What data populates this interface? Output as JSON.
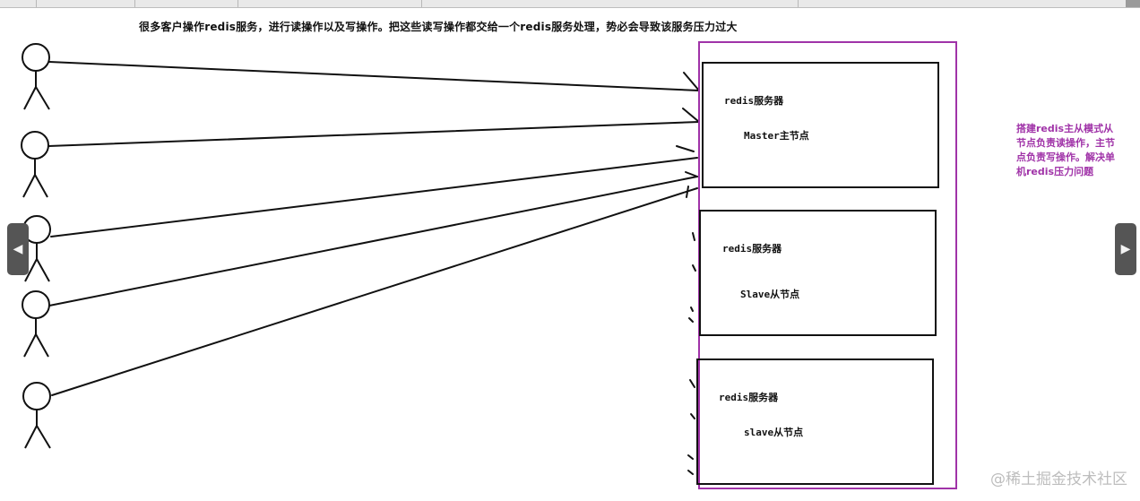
{
  "caption": "很多客户操作redis服务，进行读操作以及写操作。把这些读写操作都交给一个redis服务处理，势必会导致该服务压力过大",
  "servers": [
    {
      "title": "redis服务器",
      "node": "Master主节点"
    },
    {
      "title": "redis服务器",
      "node": "Slave从节点"
    },
    {
      "title": "redis服务器",
      "node": "slave从节点"
    }
  ],
  "note": "搭建redis主从模式从节点负责读操作，主节点负责写操作。解决单机redis压力问题",
  "nav": {
    "prev_icon": "◀",
    "next_icon": "▶"
  },
  "watermark": "@稀土掘金技术社区",
  "colors": {
    "group_border": "#a033a8",
    "note_text": "#a033a8",
    "ink": "#111111"
  }
}
